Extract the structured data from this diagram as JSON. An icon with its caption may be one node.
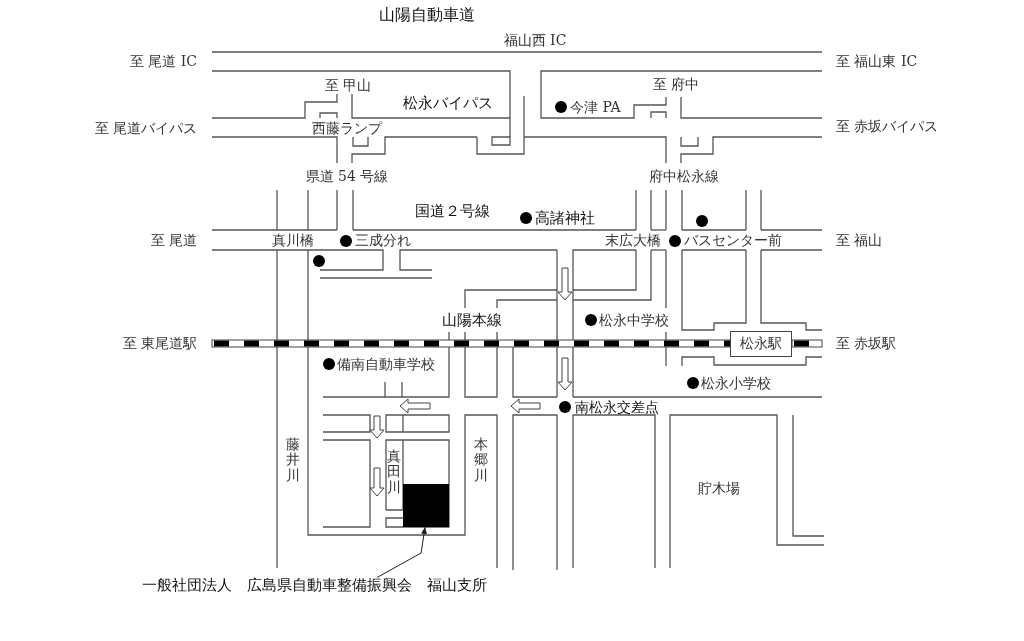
{
  "diagram": {
    "nodes": [
      {
        "text": [
          "松永駅"
        ]
      },
      {
        "text": [],
        "shape": "box"
      },
      {
        "text": [
          "一般社団法人　広島県自動車整備振興会　福山支所"
        ]
      }
    ],
    "edges": [
      {
        "from": 2,
        "to": 1,
        "arrow": "to"
      }
    ],
    "labels": [
      "山陽自動車道",
      "福山西 IC",
      "至 尾道 IC",
      "至 福山東 IC",
      "至 甲山",
      "至 府中",
      "松永バイパス",
      "今津 PA",
      "至 尾道バイパス",
      "西藤ランプ",
      "至 赤坂バイパス",
      "県道 54 号線",
      "府中松永線",
      "国道２号線",
      "高諸神社",
      "至 尾道",
      "真川橋",
      "三成分れ",
      "末広大橋",
      "バスセンター前",
      "至 福山",
      "山陽本線",
      "松永中学校",
      "至 東尾道駅",
      "至 赤坂駅",
      "備南自動車学校",
      "松永小学校",
      "南松永交差点",
      "藤井川",
      "真田川",
      "本郷川",
      "貯木場"
    ]
  }
}
